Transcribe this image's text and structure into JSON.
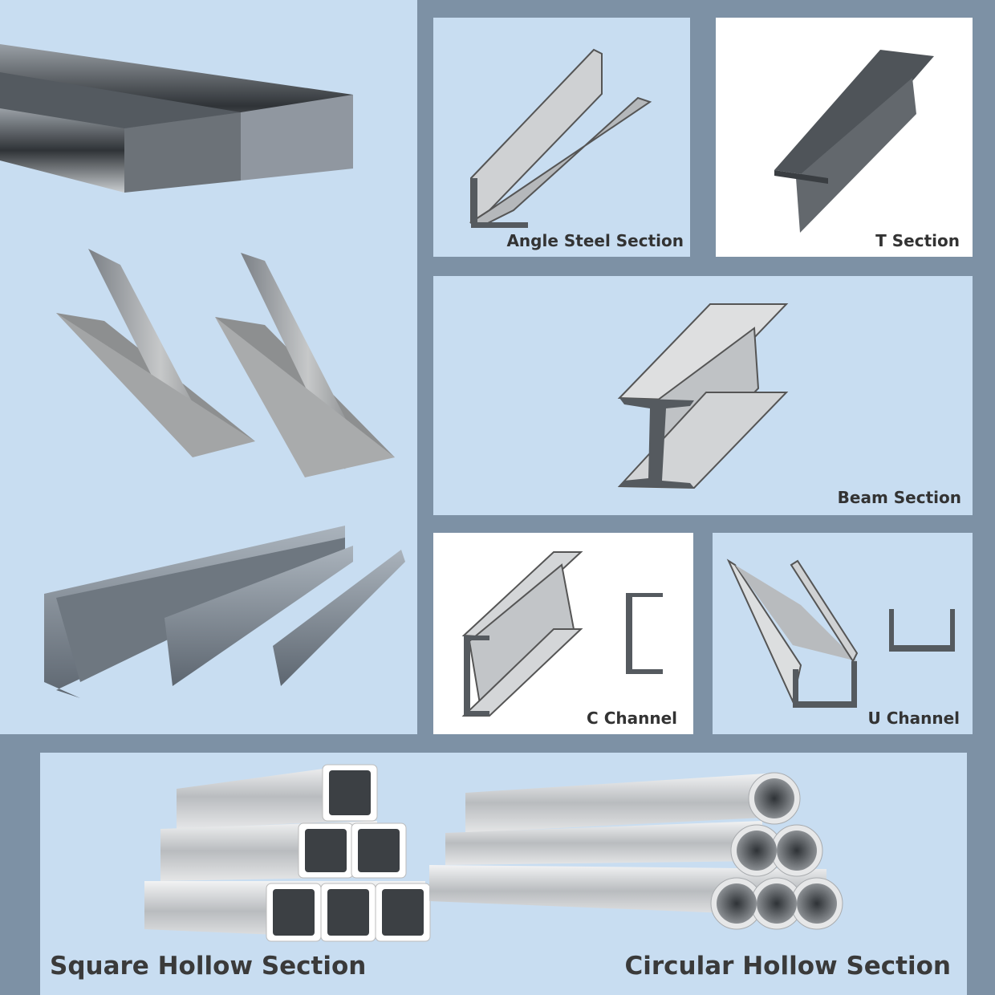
{
  "sections": {
    "angle": {
      "label": "Angle Steel Section"
    },
    "tee": {
      "label": "T Section"
    },
    "beam": {
      "label": "Beam Section"
    },
    "c_channel": {
      "label": "C Channel"
    },
    "u_channel": {
      "label": "U Channel"
    },
    "square_hollow": {
      "label": "Square Hollow Section"
    },
    "circular_hollow": {
      "label": "Circular Hollow Section"
    }
  },
  "colors": {
    "frame": "#7d91a5",
    "panel_blue": "#c8ddf1",
    "steel_dark": "#555a5f",
    "steel_light": "#d6d8da"
  }
}
